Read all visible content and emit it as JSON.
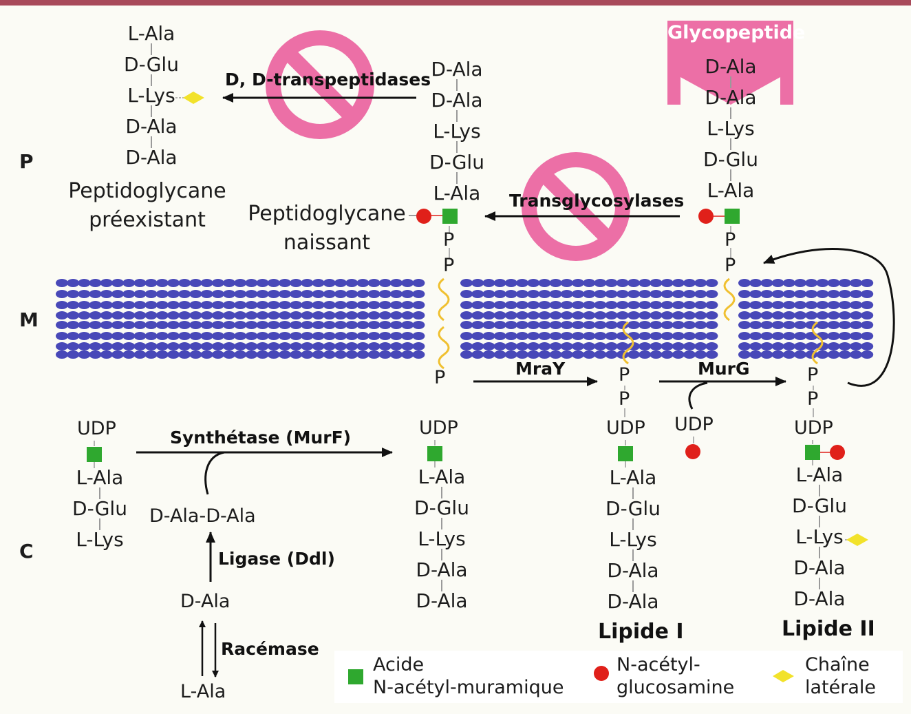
{
  "regions": {
    "periplasm": "P",
    "membrane": "M",
    "cytoplasm": "C"
  },
  "peptides": {
    "preexisting": [
      "L-Ala",
      "D-Glu",
      "L-Lys",
      "D-Ala",
      "D-Ala"
    ],
    "nascent": [
      "D-Ala",
      "D-Ala",
      "L-Lys",
      "D-Glu",
      "L-Ala"
    ],
    "glycopeptide_bound": [
      "D-Ala",
      "D-Ala",
      "L-Lys",
      "D-Glu",
      "L-Ala"
    ],
    "udp_tripeptide": [
      "L-Ala",
      "D-Glu",
      "L-Lys"
    ],
    "udp_pentapeptide": [
      "L-Ala",
      "D-Glu",
      "L-Lys",
      "D-Ala",
      "D-Ala"
    ],
    "lipid1": [
      "L-Ala",
      "D-Glu",
      "L-Lys",
      "D-Ala",
      "D-Ala"
    ],
    "lipid2": [
      "L-Ala",
      "D-Glu",
      "L-Lys",
      "D-Ala",
      "D-Ala"
    ]
  },
  "labels": {
    "preexisting_line1": "Peptidoglycane",
    "preexisting_line2": "préexistant",
    "nascent_line1": "Peptidoglycane",
    "nascent_line2": "naissant",
    "glycopeptide": "Glycopeptide",
    "p": "P",
    "udp": "UDP",
    "lipid1": "Lipide I",
    "lipid2": "Lipide II",
    "dala_dala": "D-Ala-D-Ala",
    "dala": "D-Ala",
    "lala": "L-Ala"
  },
  "enzymes": {
    "transpeptidases": "D, D-transpeptidases",
    "transglycosylases": "Transglycosylases",
    "mray": "MraY",
    "murg": "MurG",
    "murf": "Synthétase (MurF)",
    "ligase": "Ligase (Ddl)",
    "racemase": "Racémase"
  },
  "legend": {
    "nam_line1": "Acide",
    "nam_line2": "N-acétyl-muramique",
    "nag_line1": "N-acétyl-",
    "nag_line2": "glucosamine",
    "side_line1": "Chaîne",
    "side_line2": "latérale"
  },
  "colors": {
    "nam_square": "#2fa82f",
    "nag_circle": "#e0201a",
    "side_chain": "#f2e22a",
    "lipid_heads": "#4848b8",
    "lipid_tails": "#f0c030",
    "glycopeptide": "#ec6fa6",
    "prohibition": "#ec6fa6",
    "top_bar": "#a84a5a"
  }
}
